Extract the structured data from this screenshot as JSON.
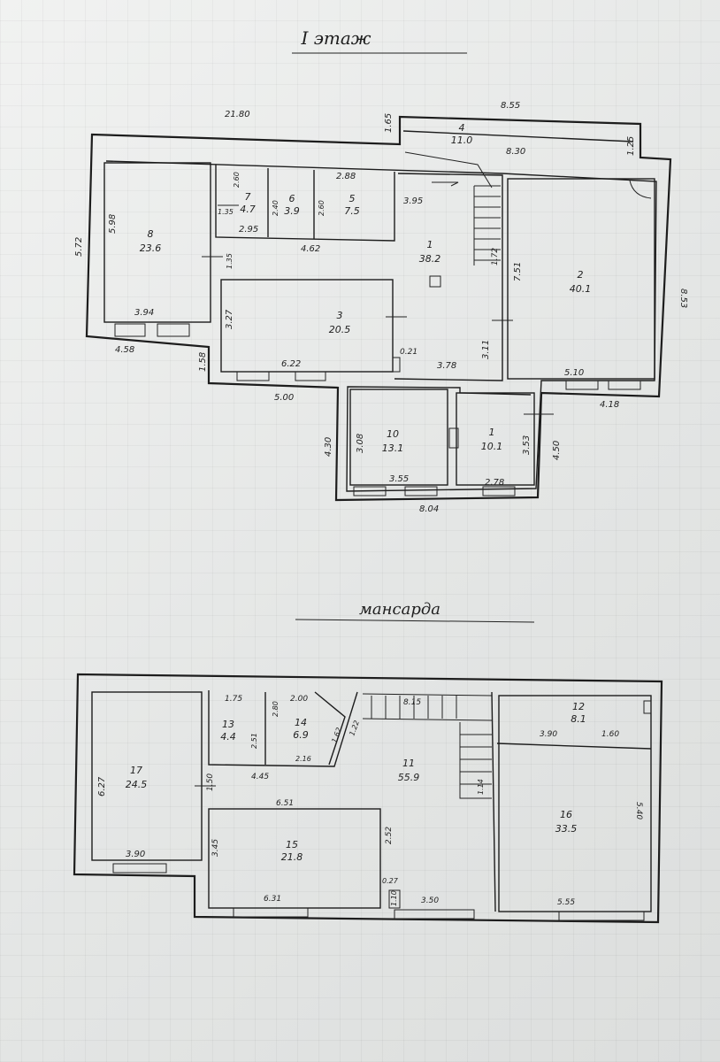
{
  "headings": {
    "floor1": "I этаж",
    "attic": "мансарда"
  },
  "floor1": {
    "rooms": [
      {
        "num": "1",
        "area": "38.2"
      },
      {
        "num": "2",
        "area": "40.1"
      },
      {
        "num": "3",
        "area": "20.5"
      },
      {
        "num": "4",
        "area": "11.0"
      },
      {
        "num": "5",
        "area": "7.5"
      },
      {
        "num": "6",
        "area": "3.9"
      },
      {
        "num": "7",
        "area": "4.7"
      },
      {
        "num": "8",
        "area": "23.6"
      },
      {
        "num": "10",
        "area": "13.1"
      },
      {
        "num": "1",
        "area": "10.1"
      }
    ],
    "dims": [
      "21.80",
      "8.55",
      "8.30",
      "1.65",
      "1.25",
      "5.72",
      "5.98",
      "3.94",
      "4.58",
      "1.58",
      "2.88",
      "3.95",
      "4.62",
      "2.95",
      "1.35",
      "1.35",
      "2.40",
      "2.60",
      "2.60",
      "3.27",
      "6.22",
      "5.00",
      "0.21",
      "3.78",
      "3.11",
      "1.72",
      "7.51",
      "8.53",
      "5.10",
      "4.18",
      "4.30",
      "3.08",
      "3.55",
      "8.04",
      "2.78",
      "3.53",
      "4.50"
    ]
  },
  "attic": {
    "rooms": [
      {
        "num": "11",
        "area": "55.9"
      },
      {
        "num": "12",
        "area": "8.1"
      },
      {
        "num": "13",
        "area": "4.4"
      },
      {
        "num": "14",
        "area": "6.9"
      },
      {
        "num": "15",
        "area": "21.8"
      },
      {
        "num": "16",
        "area": "33.5"
      },
      {
        "num": "17",
        "area": "24.5"
      }
    ],
    "dims": [
      "1.75",
      "2.00",
      "2.80",
      "2.51",
      "2.16",
      "1.62",
      "1.22",
      "8.15",
      "4.45",
      "1.50",
      "6.27",
      "3.90",
      "6.51",
      "3.45",
      "2.52",
      "0.27",
      "1.10",
      "6.31",
      "3.50",
      "1.14",
      "3.90",
      "1.60",
      "5.40",
      "5.55"
    ]
  }
}
